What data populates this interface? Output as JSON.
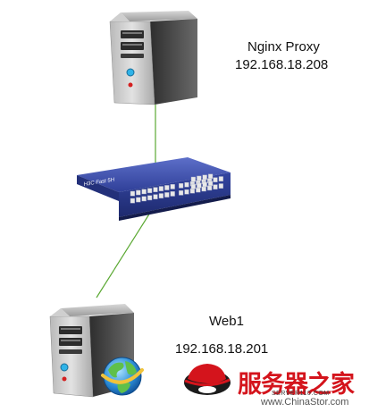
{
  "nodes": {
    "proxy": {
      "name": "Nginx  Proxy",
      "ip": "192.168.18.208"
    },
    "web1": {
      "name": "Web1",
      "ip": "192.168.18.201"
    },
    "switch": {
      "brand": "H3C  Fast  5H"
    }
  },
  "links": [
    {
      "from": "proxy",
      "to": "switch"
    },
    {
      "from": "switch",
      "to": "web1"
    }
  ],
  "watermark": {
    "title": "服务器之家",
    "subtitle": "SERVER110.COM",
    "url": "www.ChinaStor.com"
  },
  "colors": {
    "link": "#5aa832",
    "switch_body": "#2d3f97",
    "server_body": "#5a5a5a",
    "watermark_red": "#d4141c"
  }
}
